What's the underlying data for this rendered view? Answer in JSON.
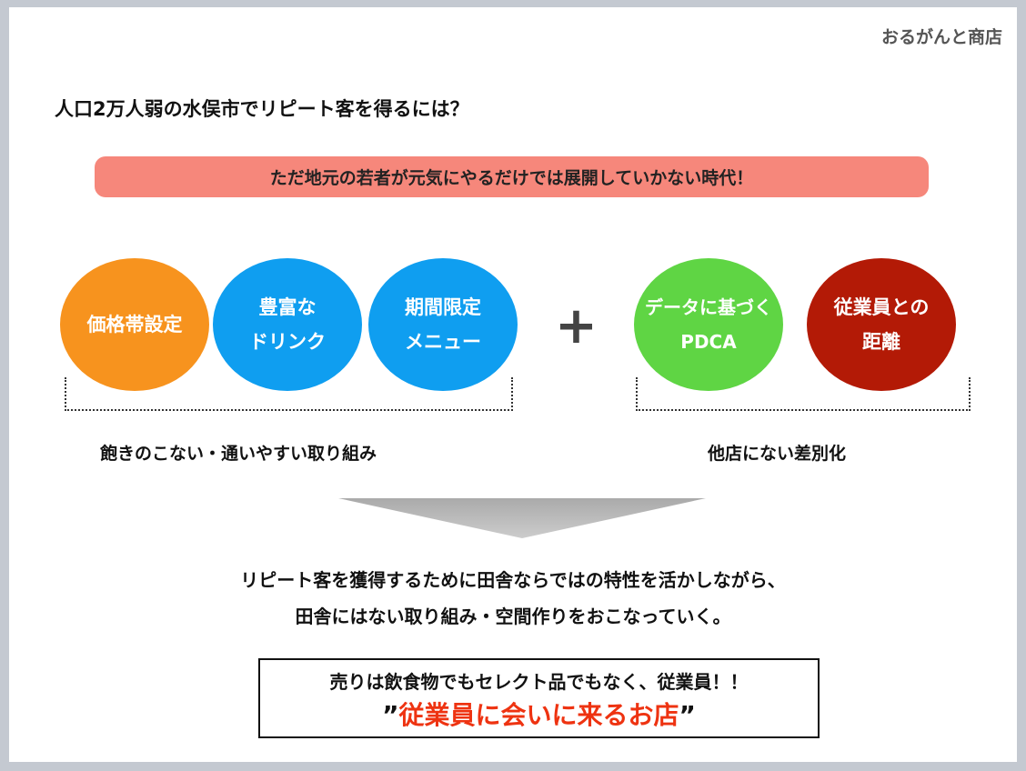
{
  "brand": "おるがんと商店",
  "title": "人口2万人弱の水俣市でリピート客を得るには？",
  "banner": "ただ地元の若者が元気にやるだけでは展開していかない時代！",
  "circles": [
    {
      "line1": "価格帯設定",
      "line2": "",
      "color": "#f7931e"
    },
    {
      "line1": "豊富な",
      "line2": "ドリンク",
      "color": "#0f9ef0"
    },
    {
      "line1": "期間限定",
      "line2": "メニュー",
      "color": "#0f9ef0"
    },
    {
      "line1": "データに基づく",
      "line2": "PDCA",
      "color": "#5fd544"
    },
    {
      "line1": "従業員との",
      "line2": "距離",
      "color": "#b31a06"
    }
  ],
  "plus": "+",
  "left_label": "飽きのこない・通いやすい取り組み",
  "right_label": "他店にない差別化",
  "conclusion": {
    "line1": "リピート客を獲得するために田舎ならではの特性を活かしながら、",
    "line2": "田舎にはない取り組み・空間作りをおこなっていく。"
  },
  "box": {
    "line1": "売りは飲食物でもセレクト品でもなく、従業員！！",
    "open_quote": "”",
    "highlight": "従業員に会いに来るお店",
    "close_quote": "”"
  }
}
